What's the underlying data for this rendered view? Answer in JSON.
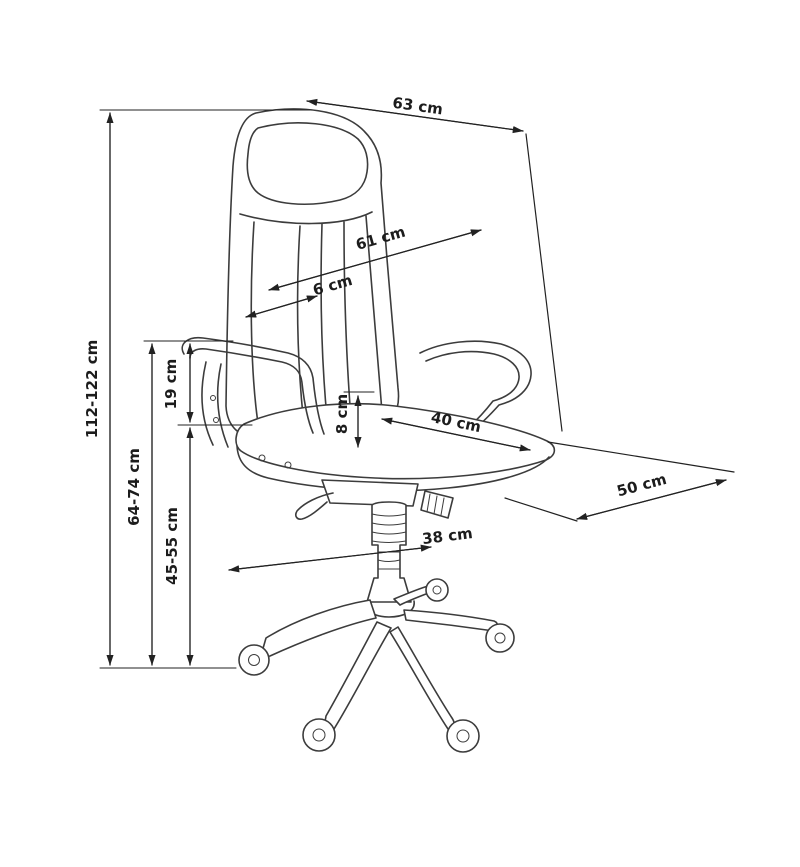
{
  "diagram": {
    "unit": "cm",
    "labels": {
      "backrest_top_width": "63 cm",
      "backrest_width": "61 cm",
      "backrest_thickness": "6 cm",
      "armrest_above_seat": "19 cm",
      "seat_cushion_thickness": "8 cm",
      "seat_width": "40 cm",
      "seat_depth": "50 cm",
      "base_radius": "38 cm",
      "overall_height": "112-122 cm",
      "armrest_height": "64-74 cm",
      "seat_height": "45-55 cm"
    },
    "colors": {
      "line": "#3c3c3c",
      "dimension": "#222222",
      "text": "#1c1c1c",
      "background": "#ffffff"
    }
  }
}
